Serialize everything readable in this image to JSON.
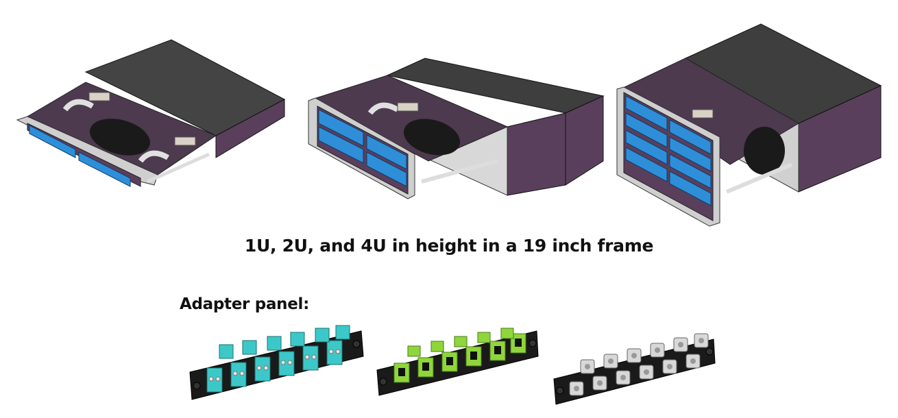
{
  "caption": "1U, 2U, and 4U in height in a 19 inch frame",
  "adapter_heading": "Adapter panel:",
  "colors": {
    "enclosure_purple": "#5a3f5c",
    "enclosure_dark": "#3b3b3b",
    "adapter_blue": "#2e8fd8",
    "lc_aqua": "#3cc8c8",
    "sc_green": "#8fd63a",
    "fc_silver": "#d8d8d8",
    "panel_black": "#1a1a1a"
  },
  "icons": {
    "enclosure": "rack-enclosure-drawing",
    "splice_tray": "splice-tray-shape",
    "adapter_panel": "adapter-panel-drawing"
  }
}
